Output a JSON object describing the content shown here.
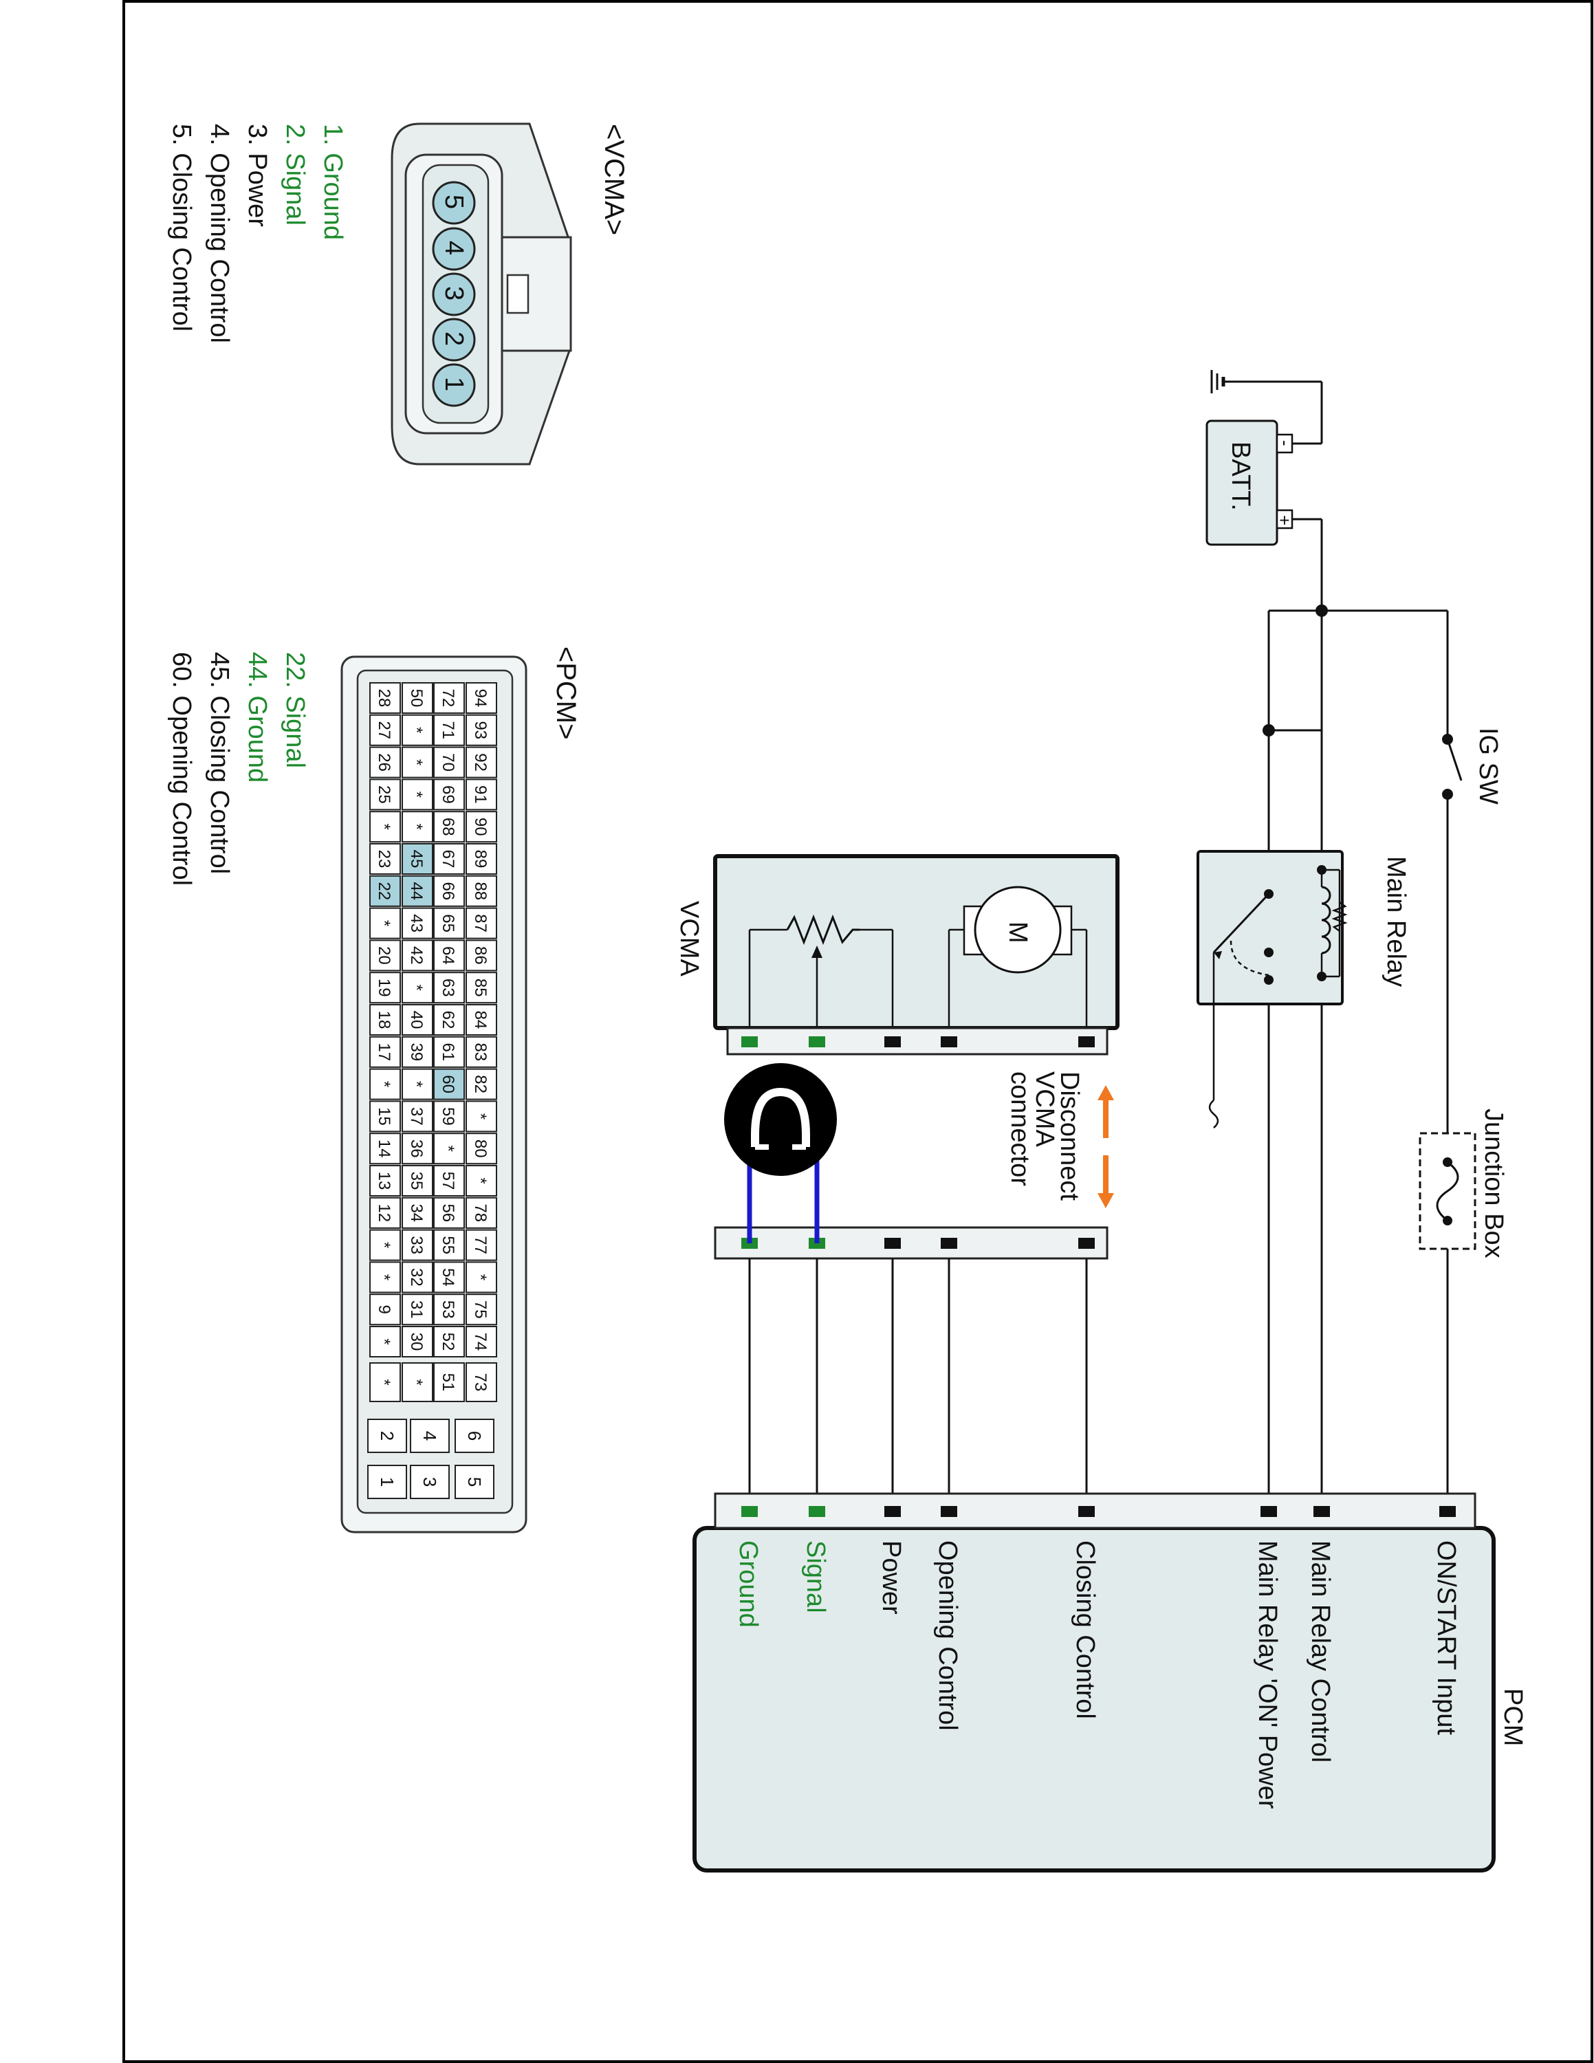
{
  "frame": {
    "border_color": "#000000"
  },
  "vcma_connector": {
    "title": "<VCMA>",
    "pins": [
      "5",
      "4",
      "3",
      "2",
      "1"
    ],
    "pin_color": "#a9d3dc",
    "legend": [
      {
        "text": "1. Ground",
        "color": "#1e8a2e"
      },
      {
        "text": "2. Signal",
        "color": "#1e8a2e"
      },
      {
        "text": "3. Power",
        "color": "#111111"
      },
      {
        "text": "4. Opening Control",
        "color": "#111111"
      },
      {
        "text": "5. Closing Control",
        "color": "#111111"
      }
    ]
  },
  "pcm_connector": {
    "title": "<PCM>",
    "highlight_color": "#a9d3dc",
    "rows": [
      [
        "94",
        "93",
        "92",
        "91",
        "90",
        "89",
        "88",
        "87",
        "86",
        "85",
        "84",
        "83",
        "82",
        "*",
        "80",
        "*",
        "78",
        "77",
        "*",
        "75",
        "74"
      ],
      [
        "72",
        "71",
        "70",
        "69",
        "68",
        "67",
        "66",
        "65",
        "64",
        "63",
        "62",
        "61",
        "60",
        "59",
        "*",
        "57",
        "56",
        "55",
        "54",
        "53",
        "52"
      ],
      [
        "50",
        "*",
        "*",
        "*",
        "*",
        "45",
        "44",
        "43",
        "42",
        "*",
        "40",
        "39",
        "*",
        "37",
        "36",
        "35",
        "34",
        "33",
        "32",
        "31",
        "30"
      ],
      [
        "28",
        "27",
        "26",
        "25",
        "*",
        "23",
        "22",
        "*",
        "20",
        "19",
        "18",
        "17",
        "*",
        "15",
        "14",
        "13",
        "12",
        "*",
        "*",
        "9",
        "*"
      ]
    ],
    "side_col": [
      "73",
      "51",
      "*",
      "*"
    ],
    "small_pins": [
      [
        "6",
        "4",
        "2"
      ],
      [
        "5",
        "3",
        "1"
      ]
    ],
    "highlighted": [
      "60",
      "45",
      "44",
      "22"
    ],
    "legend": [
      {
        "text": "22. Signal",
        "color": "#1e8a2e"
      },
      {
        "text": "44. Ground",
        "color": "#1e8a2e"
      },
      {
        "text": "45. Closing Control",
        "color": "#111111"
      },
      {
        "text": "60. Opening Control",
        "color": "#111111"
      }
    ]
  },
  "schematic": {
    "battery": {
      "label": "BATT.",
      "minus": "-",
      "plus": "+"
    },
    "ig_sw": {
      "label": "IG SW"
    },
    "main_relay": {
      "label": "Main Relay"
    },
    "junction_box": {
      "label": "Junction Box"
    },
    "vcma_component": {
      "label": "VCMA",
      "motor": "M"
    },
    "disconnect_note": [
      "Disconnect",
      "VCMA",
      "connector"
    ],
    "pcm": {
      "label": "PCM",
      "terminals": [
        {
          "text": "ON/START Input",
          "color": "#111111"
        },
        {
          "text": "Main Relay Control",
          "color": "#111111"
        },
        {
          "text": "Main Relay  'ON' Power",
          "color": "#111111"
        },
        {
          "text": "Closing Control",
          "color": "#111111"
        },
        {
          "text": "Opening Control",
          "color": "#111111"
        },
        {
          "text": "Power",
          "color": "#111111"
        },
        {
          "text": "Signal",
          "color": "#1e8a2e"
        },
        {
          "text": "Ground",
          "color": "#1e8a2e"
        }
      ]
    },
    "colors": {
      "green_terminal": "#1e8a2e",
      "jumper_wire": "#1a1acc",
      "arrow": "#f07820",
      "component_fill": "#e2ebeb"
    }
  }
}
